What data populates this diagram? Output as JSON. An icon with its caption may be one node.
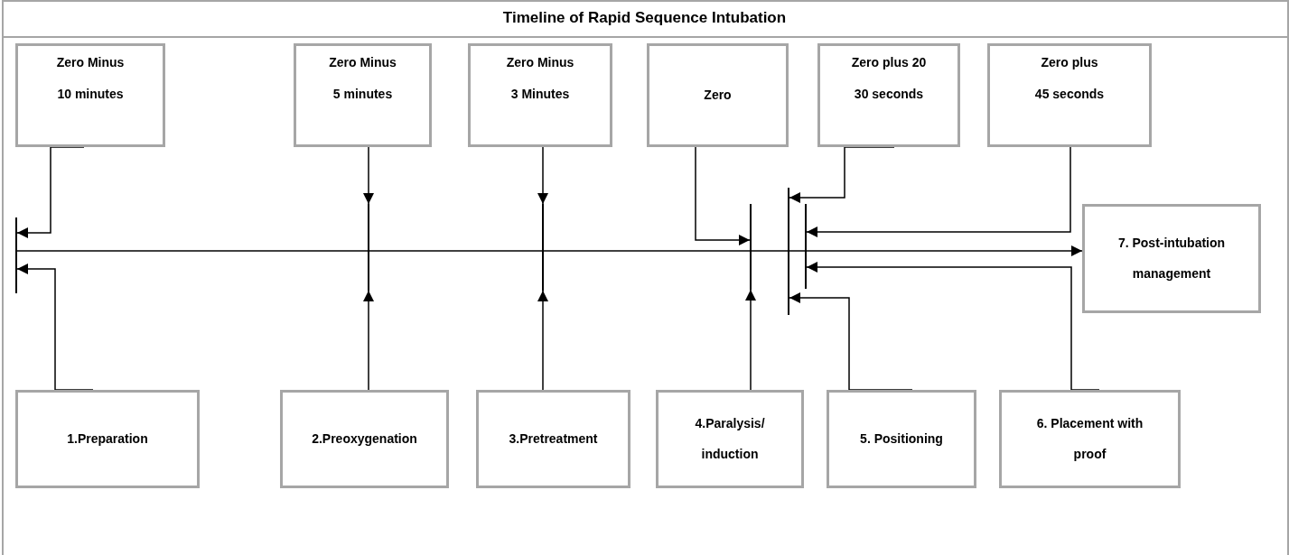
{
  "diagram": {
    "title": "Timeline of Rapid Sequence Intubation",
    "nodes": [
      {
        "text": [
          "Zero Minus",
          "10 minutes"
        ]
      },
      {
        "text": [
          "Zero Minus",
          "5 minutes"
        ]
      },
      {
        "text": [
          "Zero Minus",
          "3 Minutes"
        ]
      },
      {
        "text": [
          "Zero"
        ]
      },
      {
        "text": [
          "Zero plus 20",
          "30 seconds"
        ]
      },
      {
        "text": [
          "Zero plus",
          "45 seconds"
        ]
      },
      {
        "text": [],
        "shape": "bar"
      },
      {
        "text": [],
        "shape": "bar"
      },
      {
        "text": [],
        "shape": "bar"
      },
      {
        "text": [],
        "shape": "bar"
      },
      {
        "text": [],
        "shape": "bar"
      },
      {
        "text": [],
        "shape": "bar"
      },
      {
        "text": [
          "7. Post-intubation management"
        ]
      },
      {
        "text": [
          "1.Preparation"
        ]
      },
      {
        "text": [
          "2.Preoxygenation"
        ]
      },
      {
        "text": [
          "3.Pretreatment"
        ]
      },
      {
        "text": [
          "4.Paralysis/ induction"
        ]
      },
      {
        "text": [
          "5. Positioning"
        ]
      },
      {
        "text": [
          "6. Placement with proof"
        ]
      }
    ],
    "edges": [
      {
        "from": 0,
        "to": 6,
        "arrow": "to"
      },
      {
        "from": 1,
        "to": 7,
        "arrow": "to"
      },
      {
        "from": 2,
        "to": 8,
        "arrow": "to"
      },
      {
        "from": 3,
        "to": 9,
        "arrow": "to"
      },
      {
        "from": 4,
        "to": 10,
        "arrow": "to"
      },
      {
        "from": 5,
        "to": 11,
        "arrow": "to"
      },
      {
        "from": 13,
        "to": 6,
        "arrow": "to"
      },
      {
        "from": 14,
        "to": 7,
        "arrow": "to"
      },
      {
        "from": 15,
        "to": 8,
        "arrow": "to"
      },
      {
        "from": 16,
        "to": 9,
        "arrow": "to"
      },
      {
        "from": 17,
        "to": 10,
        "arrow": "to"
      },
      {
        "from": 18,
        "to": 11,
        "arrow": "to"
      },
      {
        "from": 6,
        "to": 12,
        "arrow": "to"
      }
    ]
  }
}
